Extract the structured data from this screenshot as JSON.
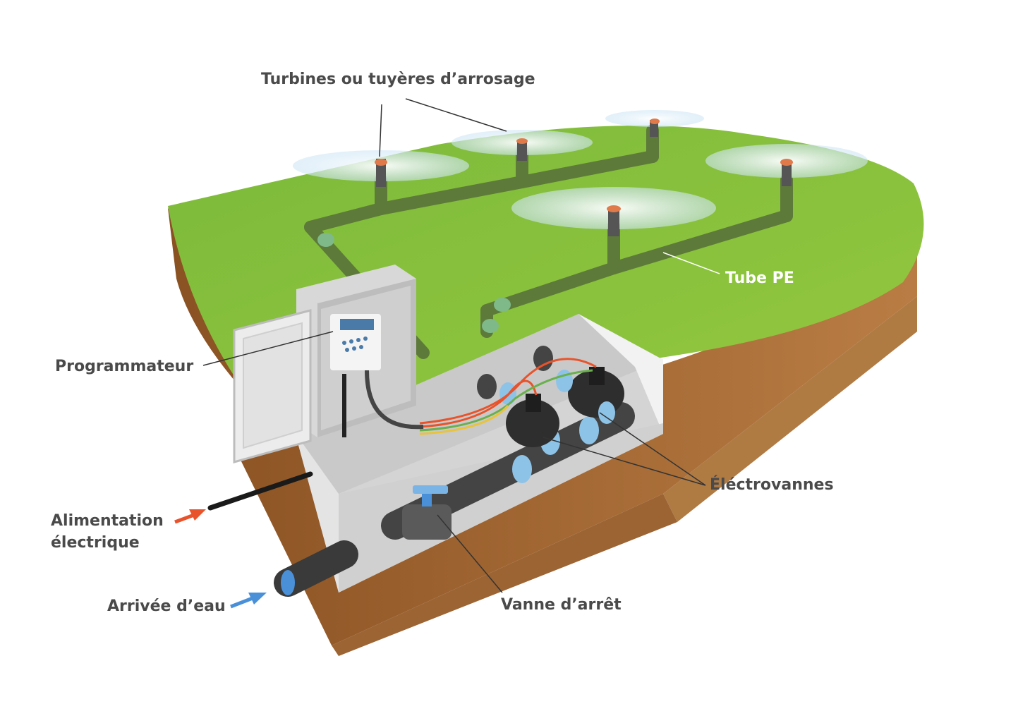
{
  "labels": {
    "turbines": "Turbines ou tuyères d’arrosage",
    "tube_pe": "Tube PE",
    "programmateur": "Programmateur",
    "electrovannes": "Éléctrovannes",
    "alimentation_line1": "Alimentation",
    "alimentation_line2": "électrique",
    "arrivee_eau": "Arrivée d’eau",
    "vanne_arret": "Vanne d’arrêt"
  },
  "colors": {
    "grass": "#8cc63f",
    "soil": "#a0642e",
    "pipe": "#5d7a3a",
    "label_text": "#4a4a4a",
    "electric_arrow": "#e8532b",
    "water_arrow": "#4a90d9",
    "valve_blue": "#8ec3e8"
  }
}
